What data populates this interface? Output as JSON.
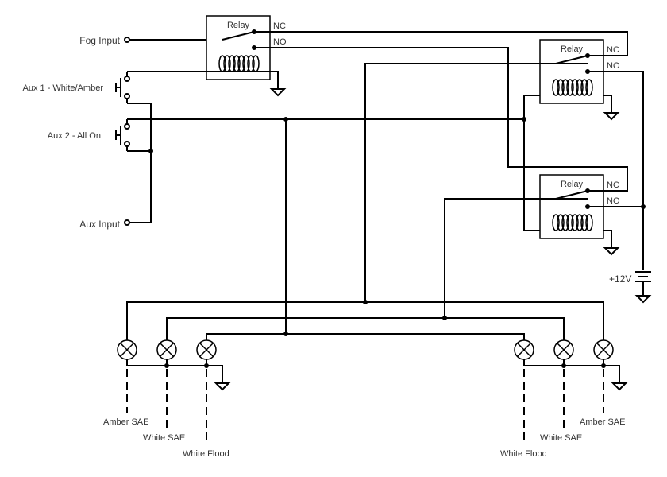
{
  "inputs": {
    "fog": "Fog Input",
    "aux1": "Aux 1 - White/Amber",
    "aux2": "Aux 2 - All On",
    "aux": "Aux Input"
  },
  "relays": [
    {
      "title": "Relay",
      "nc": "NC",
      "no": "NO"
    },
    {
      "title": "Relay",
      "nc": "NC",
      "no": "NO"
    },
    {
      "title": "Relay",
      "nc": "NC",
      "no": "NO"
    }
  ],
  "supply": "+12V",
  "lamps": {
    "left": [
      "Amber SAE",
      "White SAE",
      "White Flood"
    ],
    "right": [
      "White Flood",
      "White SAE",
      "Amber SAE"
    ]
  }
}
